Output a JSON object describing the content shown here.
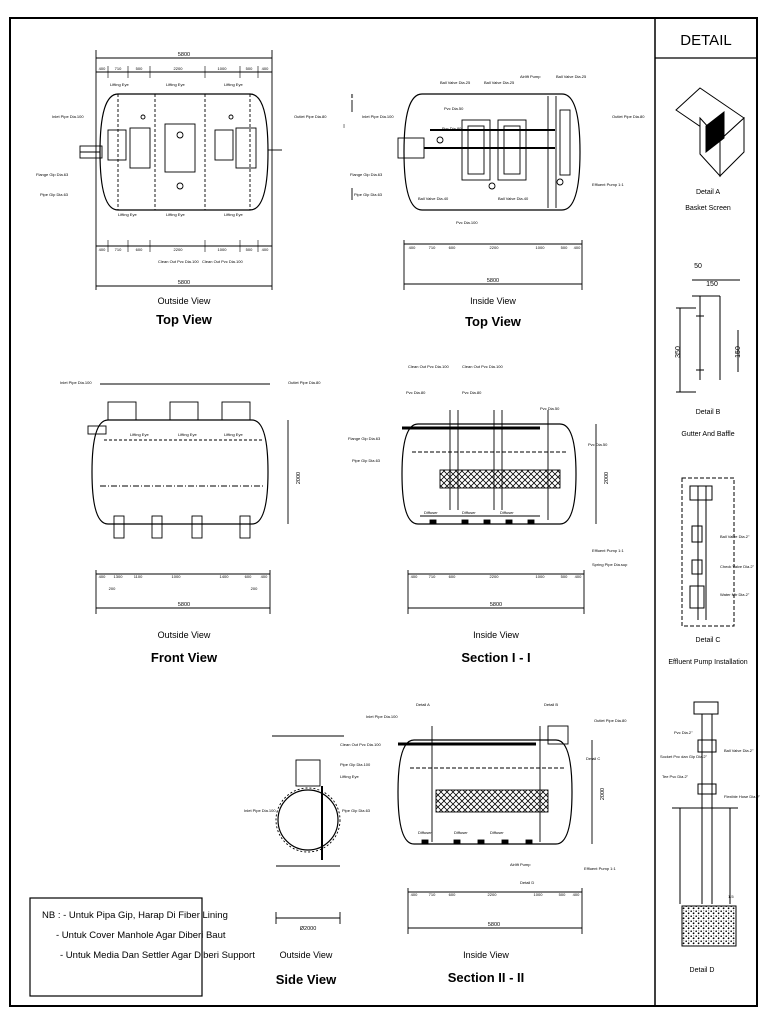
{
  "detail_header": "DETAIL",
  "views": {
    "top_outside": {
      "sub": "Outside View",
      "title": "Top View",
      "labels": {
        "inlet": "Inlet Pipe Dia.100",
        "outlet": "Outlet Pipe Dia.80",
        "flange": "Flange Gip Dia.63",
        "pipe": "Pipe Gip Dia.63",
        "lifting": "Lifting Eye",
        "cleanout": "Clean Out Pvc Dia.100"
      },
      "dims_top": [
        "400",
        "710",
        "500",
        "2200",
        "1000",
        "500",
        "400"
      ],
      "dims_bottom": [
        "400",
        "710",
        "600",
        "2200",
        "1000",
        "500",
        "400"
      ],
      "overall": "5800",
      "overall_top": "5800"
    },
    "top_inside": {
      "sub": "Inside View",
      "title": "Top View",
      "labels": {
        "inlet": "Inlet Pipe Dia.100",
        "outlet": "Outlet Pipe Dia.80",
        "flange": "Flange Gip Dia.63",
        "pipe": "Pipe Gip Dia.63",
        "ballvalve1": "Ball Valve Dia.25",
        "ballvalve2": "Ball Valve Dia.25",
        "airlift": "Airlift Pump",
        "pvc1": "Pvc Dia.50",
        "pvc2": "Pvc Dia.80",
        "effluent": "Effluent Pump 1:1",
        "ballvalve3": "Ball Valve Dia.40",
        "pvc3": "Pvc Dia.100"
      },
      "dims": [
        "400",
        "710",
        "600",
        "2200",
        "1000",
        "500",
        "400"
      ],
      "overall": "5800",
      "marker": "II",
      "marker_i": "I"
    },
    "front": {
      "sub": "Outside View",
      "title": "Front View",
      "labels": {
        "inlet": "Inlet Pipe Dia.100",
        "outlet": "Outlet Pipe Dia.80",
        "lifting": "Lifting Eye"
      },
      "dims": [
        "400",
        "1300",
        "1100",
        "1000",
        "1400",
        "600",
        "400"
      ],
      "sub_dims": [
        "200",
        "200"
      ],
      "overall": "5800",
      "height": "2000"
    },
    "section1": {
      "sub": "Inside View",
      "title": "Section I - I",
      "labels": {
        "flange": "Flange Gip Dia.63",
        "pipe": "Pipe Gip Dia.63",
        "cleanout1": "Clean Out Pvc Dia.100",
        "cleanout2": "Clean Out Pvc Dia.100",
        "pvc1": "Pvc Dia.80",
        "pvc2": "Pvc Dia.80",
        "pvc3": "Pvc Dia.50",
        "pvc4": "Pvc Dia.50",
        "diffuser": "Diffuser",
        "effluent": "Effluent Pump 1:1",
        "spring": "Spring Pipe Dia.sup"
      },
      "dims": [
        "400",
        "710",
        "600",
        "2200",
        "1000",
        "500",
        "400"
      ],
      "overall": "5800",
      "height": "2000"
    },
    "side": {
      "sub": "Outside View",
      "title": "Side View",
      "labels": {
        "inlet": "Inlet Pipe Dia.100",
        "pipe": "Pipe Gip Dia.63",
        "cleanout": "Clean Out Pvc Dia.100",
        "pipegip": "Pipe Gip Dia.100",
        "lifting": "Lifting Eye"
      },
      "overall": "Ø2000"
    },
    "section2": {
      "sub": "Inside View",
      "title": "Section II - II",
      "labels": {
        "inlet": "Inlet Pipe Dia.100",
        "outlet": "Outlet Pipe Dia.80",
        "detail_a": "Detail A",
        "detail_b": "Detail B",
        "detail_c": "Detail C",
        "detail_d": "Detail D",
        "diffuser": "Diffuser",
        "effluent": "Effluent Pump 1:1",
        "airlift": "Airlift Pump"
      },
      "dims": [
        "400",
        "710",
        "600",
        "2200",
        "1000",
        "500",
        "400"
      ],
      "overall": "5800",
      "height": "2000"
    }
  },
  "details": {
    "a": {
      "title": "Detail A",
      "sub": "Basket Screen"
    },
    "b": {
      "title": "Detail B",
      "sub": "Gutter And Baffle",
      "d1": "50",
      "d2": "150",
      "d3": "350",
      "d4": "150"
    },
    "c": {
      "title": "Detail C",
      "sub": "Effluent Pump Installation",
      "l1": "Ball Valve Dia.2\"",
      "l2": "Check Valve Dia.2\"",
      "l3": "Water Mtr Dia.2\""
    },
    "d": {
      "title": "Detail D",
      "l1": "Pvc Dia.2\"",
      "l2": "Socket Pvc dan Gip Dia.2\"",
      "l3": "Ball Valve Dia.2\"",
      "l4": "Tee Pvc Dia.2\"",
      "l5": "Flexible Hose Dia.2\"",
      "l6": "1.5"
    }
  },
  "notes": [
    "NB : - Untuk Pipa Gip, Harap Di Fiber Lining",
    "- Untuk Cover Manhole Agar Diberi Baut",
    "- Untuk Media Dan Settler Agar Diberi Support"
  ]
}
